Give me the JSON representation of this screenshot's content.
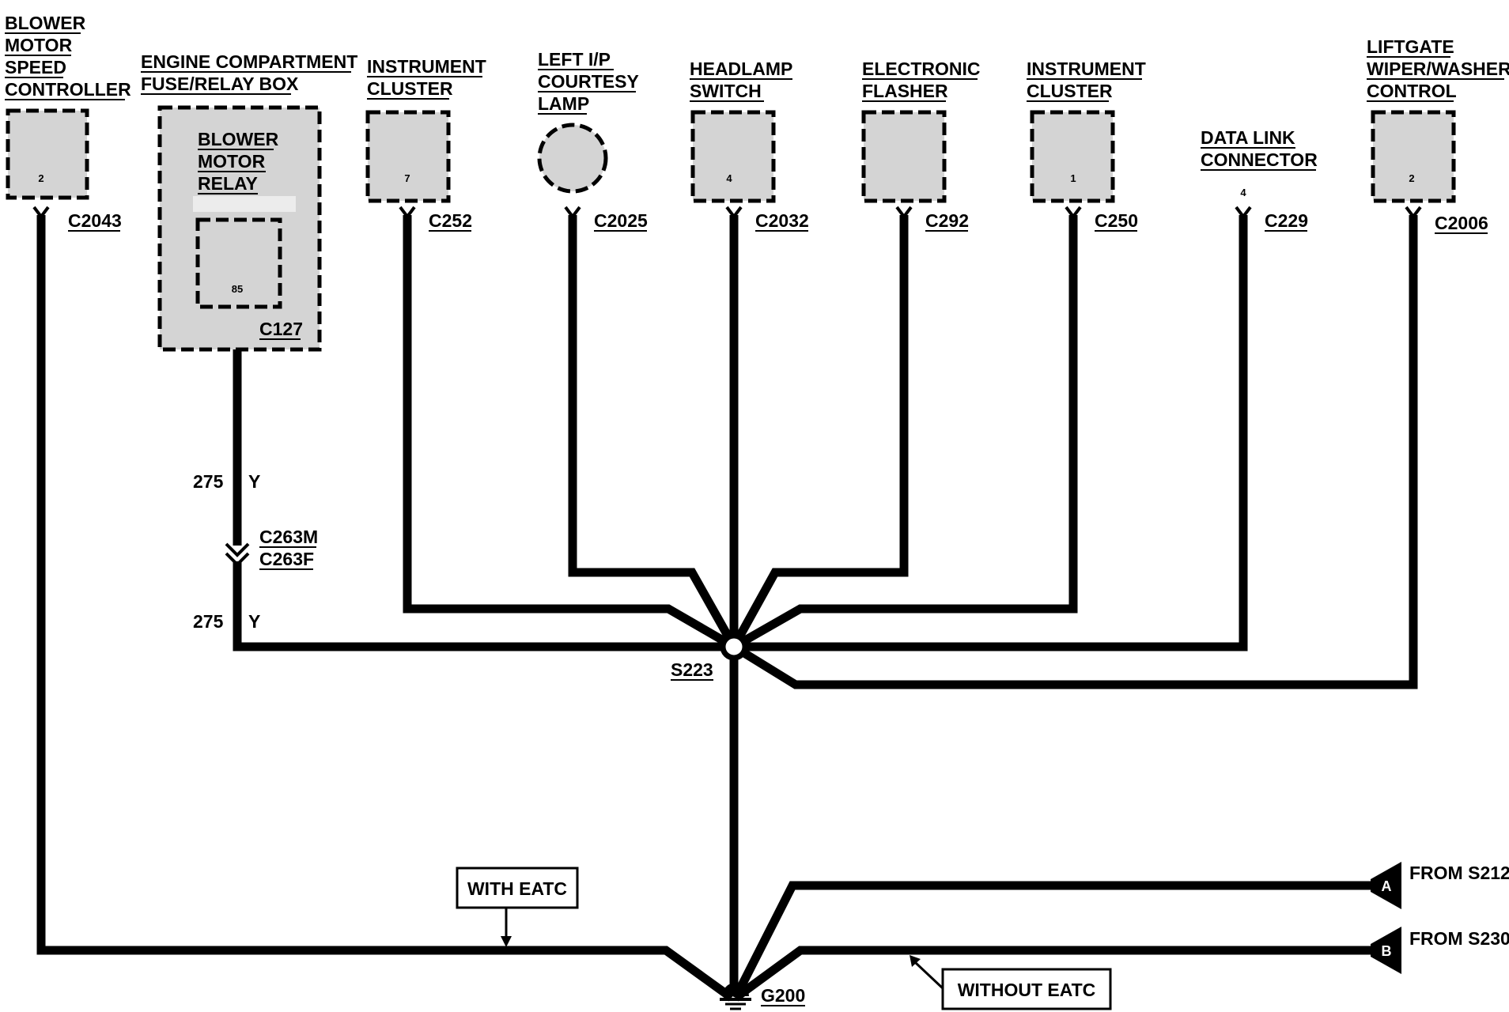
{
  "components": {
    "blower_motor_speed_controller": {
      "lines": [
        "BLOWER",
        "MOTOR",
        "SPEED",
        "CONTROLLER"
      ],
      "pin": "2",
      "connector": "C2043"
    },
    "engine_compartment_fuse_relay_box": {
      "lines": [
        "ENGINE COMPARTMENT",
        "FUSE/RELAY BOX"
      ],
      "connector": "C127"
    },
    "blower_motor_relay": {
      "lines": [
        "BLOWER",
        "MOTOR",
        "RELAY"
      ],
      "pin": "85"
    },
    "instrument_cluster_1": {
      "lines": [
        "INSTRUMENT",
        "CLUSTER"
      ],
      "pin": "7",
      "connector": "C252"
    },
    "left_ip_courtesy_lamp": {
      "lines": [
        "LEFT I/P",
        "COURTESY",
        "LAMP"
      ],
      "connector": "C2025"
    },
    "headlamp_switch": {
      "lines": [
        "HEADLAMP",
        "SWITCH"
      ],
      "pin": "4",
      "connector": "C2032"
    },
    "electronic_flasher": {
      "lines": [
        "ELECTRONIC",
        "FLASHER"
      ],
      "connector": "C292"
    },
    "instrument_cluster_2": {
      "lines": [
        "INSTRUMENT",
        "CLUSTER"
      ],
      "pin": "1",
      "connector": "C250"
    },
    "data_link_connector": {
      "lines": [
        "DATA LINK",
        "CONNECTOR"
      ],
      "pin": "4",
      "connector": "C229"
    },
    "liftgate_wiper_washer_control": {
      "lines": [
        "LIFTGATE",
        "WIPER/WASHER",
        "CONTROL"
      ],
      "pin": "2",
      "connector": "C2006"
    }
  },
  "wire_labels": {
    "upper": {
      "circuit": "275",
      "color": "Y"
    },
    "lower": {
      "circuit": "275",
      "color": "Y"
    }
  },
  "inline_connector": {
    "male": "C263M",
    "female": "C263F"
  },
  "splice": "S223",
  "ground": "G200",
  "notes": {
    "with_eatc": "WITH EATC",
    "without_eatc": "WITHOUT EATC"
  },
  "offpage": [
    {
      "letter": "A",
      "text": "FROM S212"
    },
    {
      "letter": "B",
      "text": "FROM S230"
    }
  ]
}
